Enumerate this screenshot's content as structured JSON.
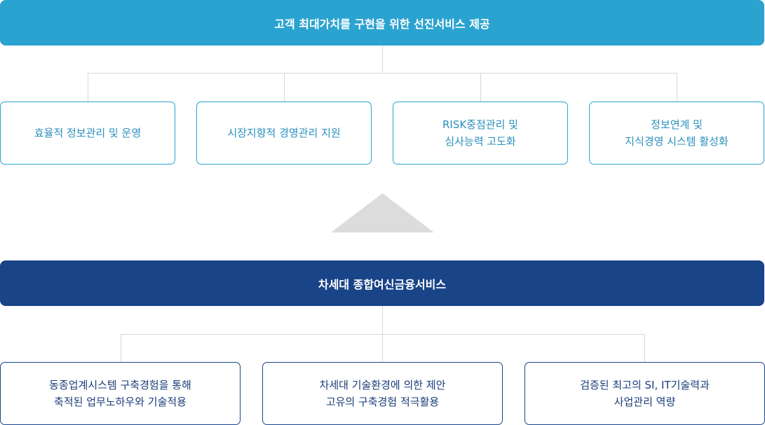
{
  "diagram": {
    "top_bar": {
      "label": "고객 최대가치를 구현을 위한 선진서비스 제공"
    },
    "top_boxes": [
      {
        "line1": "효율적 정보관리 및 운영",
        "line2": ""
      },
      {
        "line1": "시장지향적 경영관리 지원",
        "line2": ""
      },
      {
        "line1": "RISK중점관리 및",
        "line2": "심사능력 고도화"
      },
      {
        "line1": "정보연계 및",
        "line2": "지식경영 시스템 활성화"
      }
    ],
    "bottom_bar": {
      "label": "차세대 종합여신금융서비스"
    },
    "bottom_boxes": [
      {
        "line1": "동종업계시스템 구축경험을 통해",
        "line2": "축적된 업무노하우와 기술적용"
      },
      {
        "line1": "차세대 기술환경에 의한 제안",
        "line2": "고유의 구축경험 적극활용"
      },
      {
        "line1": "검증된 최고의 SI, IT기술력과",
        "line2": "사업관리 역량"
      }
    ],
    "colors": {
      "top_bar": "#2aa3d0",
      "bottom_bar": "#1a4488",
      "connector": "#d7d7d7",
      "arrow": "#dcdcdc"
    }
  }
}
